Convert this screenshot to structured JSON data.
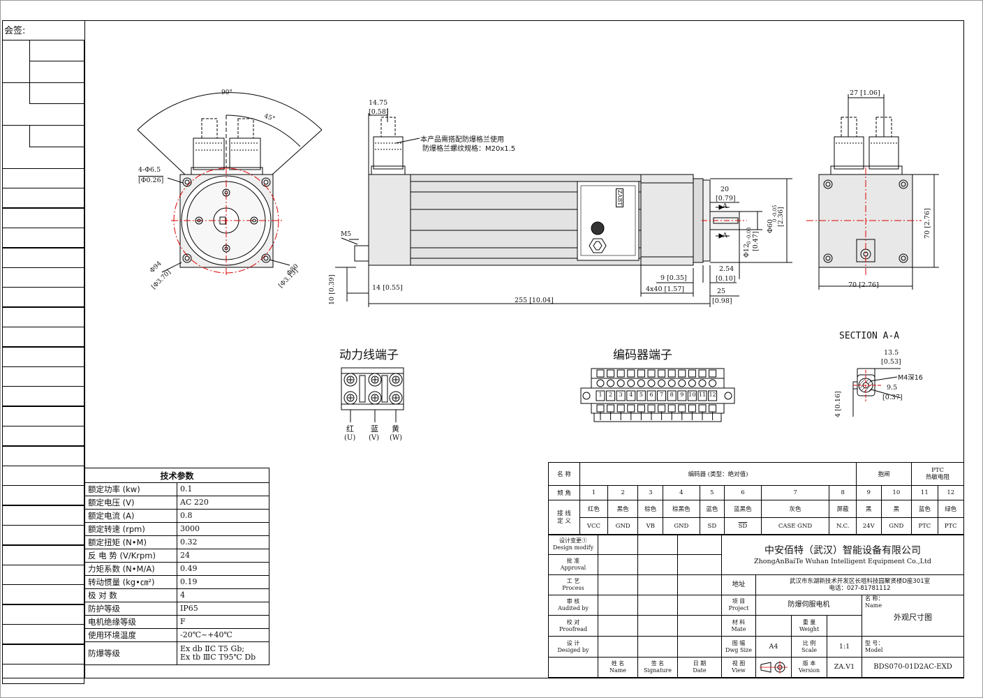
{
  "sign_label": "会签:",
  "views": {
    "front": {
      "dim_angle_90": "90°",
      "dim_angle_45": "45°",
      "hole_label": "4-Φ6.5",
      "hole_label_in": "[Φ0.26]",
      "dia94": "Φ94",
      "dia94_in": "[Φ3.70]",
      "dia80": "Φ80",
      "dia80_in": "[Φ3.15]"
    },
    "side": {
      "dim_1475": "14.75",
      "dim_058": "[0.58]",
      "note_line1": "本产品需搭配防爆格兰使用",
      "note_line2": "防爆格兰螺纹规格：M20x1.5",
      "m5": "M5",
      "dim_10": "10 [0.39]",
      "dim_14": "14 [0.55]",
      "dim_255": "255 [10.04]",
      "dim_20": "20",
      "dim_079": "[0.79]",
      "sec_a1": "A",
      "sec_a2": "A",
      "dia60": "Φ60",
      "dia60_tol": "0 -0.05",
      "dia60_in": "[2.36]",
      "dia12": "Φ12",
      "dia12_tol": "0 -0.03",
      "dia12_in": "[0.47]",
      "dim_9": "9 [0.35]",
      "dim_4x40": "4x40 [1.57]",
      "dim_254": "2.54",
      "dim_010": "[0.10]",
      "dim_25": "25",
      "dim_098": "[0.98]",
      "plate_brand": "ZABT"
    },
    "rear": {
      "dim_27": "27 [1.06]",
      "dim_70h": "70 [2.76]",
      "dim_70v": "70 [2.76]"
    },
    "section": {
      "title": "SECTION A-A",
      "dim_135": "13.5",
      "dim_053": "[0.53]",
      "m4": "M4深16",
      "dim_95": "9.5",
      "dim_037": "[0.37]",
      "dim_4": "4 [0.16]"
    },
    "power_terminal": {
      "title": "动力线端子",
      "wires": [
        {
          "color": "红",
          "phase": "(U)"
        },
        {
          "color": "蓝",
          "phase": "(V)"
        },
        {
          "color": "黄",
          "phase": "(W)"
        }
      ]
    },
    "encoder_terminal": {
      "title": "编码器端子",
      "pins": [
        "1",
        "2",
        "3",
        "4",
        "5",
        "6",
        "7",
        "8",
        "9",
        "10",
        "11",
        "12"
      ]
    }
  },
  "tech_params": {
    "title": "技术参数",
    "rows": [
      {
        "k": "额定功率 (kw)",
        "v": "0.1"
      },
      {
        "k": "额定电压 (V)",
        "v": "AC 220"
      },
      {
        "k": "额定电流 (A)",
        "v": "0.8"
      },
      {
        "k": "额定转速 (rpm)",
        "v": "3000"
      },
      {
        "k": "额定扭矩 (N•M)",
        "v": "0.32"
      },
      {
        "k": "反 电 势 (V/Krpm)",
        "v": "24"
      },
      {
        "k": "力矩系数 (N•M/A)",
        "v": "0.49"
      },
      {
        "k": "转动惯量 (kg•㎝²)",
        "v": "0.19"
      },
      {
        "k": "极 对 数",
        "v": "4"
      },
      {
        "k": "防护等级",
        "v": "IP65"
      },
      {
        "k": "电机绝缘等级",
        "v": "F"
      },
      {
        "k": "使用环境温度",
        "v": "-20℃~+40℃"
      },
      {
        "k": "防爆等级",
        "v": "Ex db ⅡC T5 Gb;\nEx tb ⅢC T95℃ Db"
      }
    ]
  },
  "pinout": {
    "name_label": "名 称",
    "encoder_label": "编码器  (类型：绝对值)",
    "brake_label": "抱闸",
    "ptc_label": "PTC\n热敏电阻",
    "pin_label": "频 角",
    "wiring_label": "接 线\n定 义",
    "pins": [
      "1",
      "2",
      "3",
      "4",
      "5",
      "6",
      "7",
      "8",
      "9",
      "10",
      "11",
      "12"
    ],
    "colors": [
      "红色",
      "黑色",
      "棕色",
      "棕黑色",
      "蓝色",
      "蓝黑色",
      "灰色",
      "屏蔽",
      "黑",
      "黑",
      "蓝色",
      "绿色"
    ],
    "signals": [
      "VCC",
      "GND",
      "VB",
      "GND",
      "SD",
      "SD",
      "CASE GND",
      "N.C.",
      "24V",
      "GND",
      "PTC",
      "PTC"
    ]
  },
  "title_block": {
    "design_modify": "设计变更①",
    "design_modify_en": "Design modify",
    "approval": "批 准",
    "approval_en": "Approval",
    "process": "工 艺",
    "process_en": "Process",
    "audited": "审 核",
    "audited_en": "Audited by",
    "proofread": "校 对",
    "proofread_en": "Proofread",
    "design": "设 计",
    "design_en": "Desiged by",
    "name_cn": "姓 名",
    "name_en": "Name",
    "signature_cn": "签 名",
    "signature_en": "Signature",
    "date_cn": "日 期",
    "date_en": "Date",
    "view_cn": "视 图",
    "view_en": "View",
    "version_cn": "版 本",
    "version_en": "Version",
    "version": "ZA.V1",
    "company_cn": "中安佰特（武汉）智能设备有限公司",
    "company_en": "ZhongAnBaiTe Wuhan Intelligent Equipment Co.,Ltd",
    "address_label": "地址",
    "address": "武汉市东湖新技术开发区长咀科技园聚贤楼D座301室",
    "phone": "电话：027-81781112",
    "project_cn": "项 目",
    "project_en": "Project",
    "project": "防爆伺服电机",
    "name_label": "名 称：",
    "name_label_en": "Name",
    "drawing_name": "外观尺寸图",
    "material_cn": "材 料",
    "material_en": "Mate",
    "weight_cn": "重 量",
    "weight_en": "Weight",
    "size_cn": "图 幅",
    "size_en": "Dwg Size",
    "size": "A4",
    "scale_cn": "比 例",
    "scale_en": "Scale",
    "scale": "1:1",
    "model_label": "型 号：",
    "model_label_en": "Model",
    "model": "BDS070-01D2AC-EXD"
  }
}
